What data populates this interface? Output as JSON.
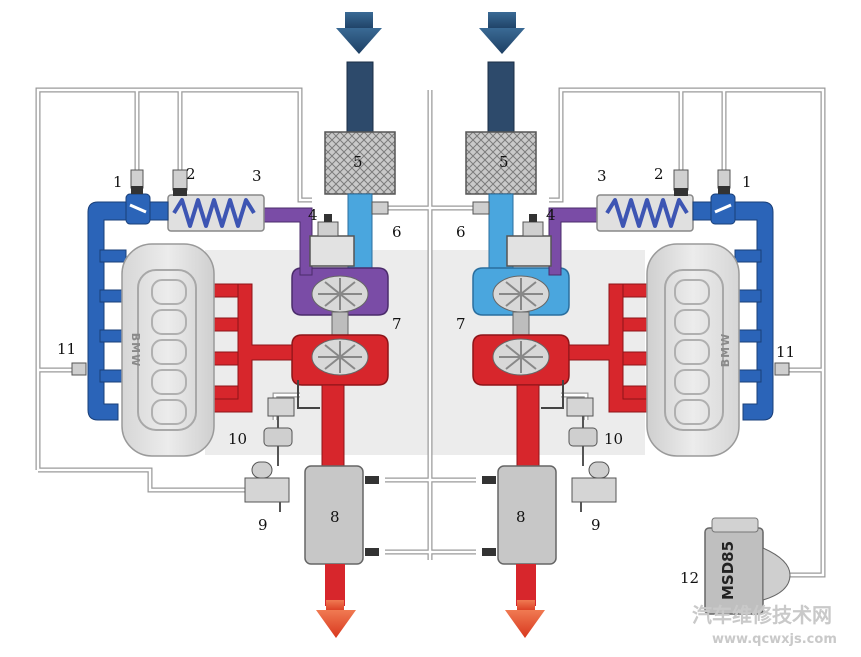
{
  "labels": {
    "n1": "1",
    "n2": "2",
    "n3": "3",
    "n4": "4",
    "n5": "5",
    "n6": "6",
    "n7": "7",
    "n8": "8",
    "n9": "9",
    "n10": "10",
    "n11": "11",
    "n12": "12"
  },
  "ecu_text": "MSD85",
  "engine_text": "BMW",
  "watermark": {
    "line1": "汽车维修技术网",
    "line2": "www.qcwxjs.com"
  },
  "colors": {
    "cold_air": "#2b64b8",
    "cold_light": "#4aa6de",
    "charge_air": "#7a4ca6",
    "exhaust": "#d7262c",
    "intake_dark": "#2d4a6b",
    "outlet_arrow": "#e34a30"
  }
}
